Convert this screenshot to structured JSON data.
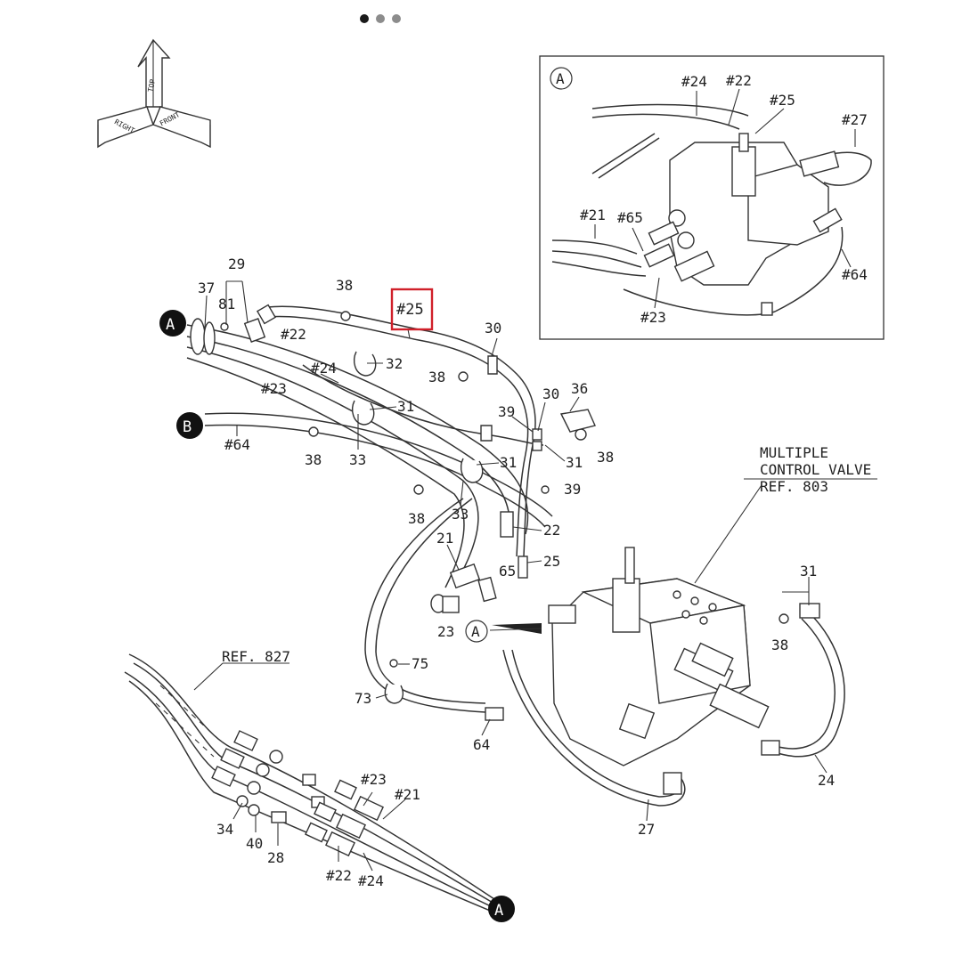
{
  "carousel": {
    "total": 3,
    "active": 0
  },
  "compass": {
    "top": "TOP",
    "right": "RIGHT",
    "front": "FRONT"
  },
  "inset": {
    "marker": "A",
    "labels": [
      "#24",
      "#22",
      "#25",
      "#27",
      "#21",
      "#65",
      "#23",
      "#64"
    ]
  },
  "main": {
    "markers": {
      "a_top": "A",
      "b": "B",
      "a_bottom": "A",
      "a_valve": "A"
    },
    "labels": {
      "l29": "29",
      "l37": "37",
      "l81": "81",
      "l22h": "#22",
      "l38a": "38",
      "l25h": "#25",
      "l30a": "30",
      "l32": "32",
      "l24h": "#24",
      "l23h": "#23",
      "l38b": "38",
      "l31a": "31",
      "l64h": "#64",
      "l38c": "38",
      "l33a": "33",
      "l30b": "30",
      "l36": "36",
      "l39a": "39",
      "l38d": "38",
      "l31b": "31",
      "l31c": "31",
      "l38e": "38",
      "l33b": "33",
      "l39b": "39",
      "l22": "22",
      "l21": "21",
      "l65": "65",
      "l25": "25",
      "l23": "23",
      "l75": "75",
      "l73": "73",
      "l64": "64",
      "l31d": "31",
      "l38f": "38",
      "l24": "24",
      "l27": "27",
      "l23h2": "#23",
      "l21h2": "#21",
      "l34": "34",
      "l40": "40",
      "l28": "28",
      "l22h2": "#22",
      "l24h2": "#24"
    },
    "valve_title": [
      "MULTIPLE",
      "CONTROL VALVE",
      "REF. 803"
    ],
    "ref827": "REF. 827",
    "highlight": "#25"
  },
  "colors": {
    "highlight": "#d0202a",
    "ink": "#222222"
  }
}
